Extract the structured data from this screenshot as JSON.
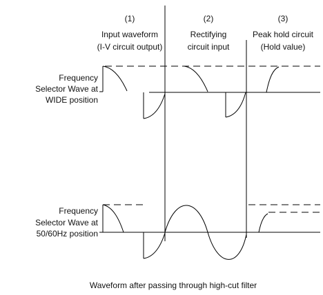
{
  "columns": [
    {
      "number": "(1)",
      "line1": "Input waveform",
      "line2": "(I-V circuit output)"
    },
    {
      "number": "(2)",
      "line1": "Rectifying",
      "line2": "circuit input"
    },
    {
      "number": "(3)",
      "line1": "Peak hold circuit",
      "line2": "(Hold value)"
    }
  ],
  "rows": [
    {
      "line1": "Frequency",
      "line2": "Selector Wave at",
      "line3": "WIDE position"
    },
    {
      "line1": "Frequency",
      "line2": "Selector Wave at",
      "line3": "50/60Hz position"
    }
  ],
  "caption": "Waveform after passing through high-cut filter"
}
